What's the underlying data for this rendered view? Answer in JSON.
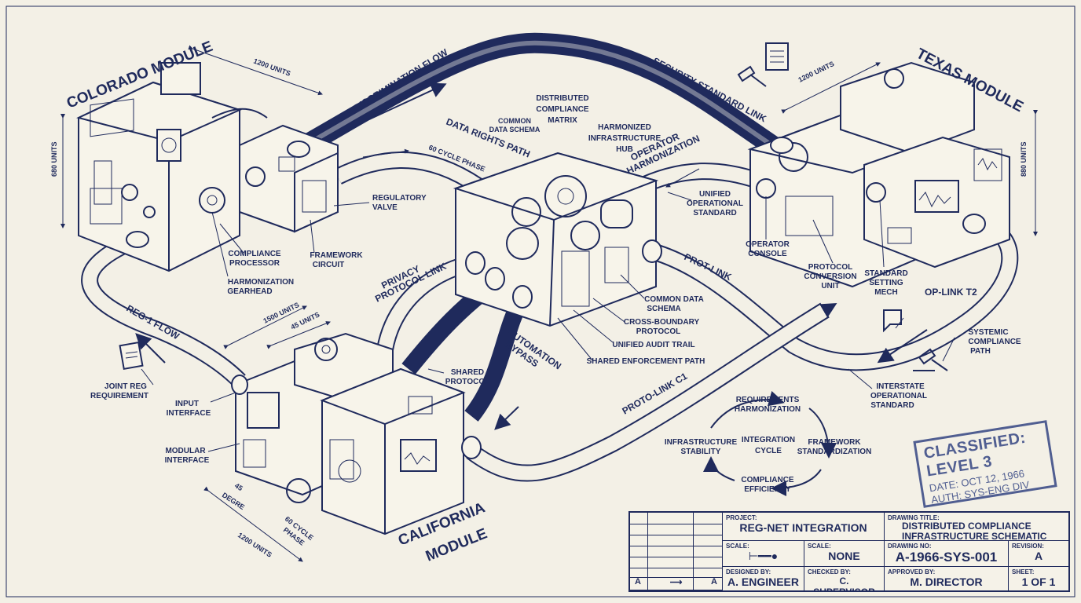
{
  "modules": {
    "colorado": "COLORADO MODULE",
    "texas": "TEXAS MODULE",
    "california_l1": "CALIFORNIA",
    "california_l2": "MODULE"
  },
  "dimensions": {
    "colorado_width": "1200 UNITS",
    "colorado_height": "680 UNITS",
    "texas_width": "1200 UNITS",
    "texas_height": "880 UNITS",
    "california_top1": "1500 UNITS",
    "california_top2": "45 UNITS",
    "california_bottom": "1200 UNITS",
    "california_degree_l1": "45",
    "california_degree_l2": "DEGRE",
    "california_phase_l1": "60 CYCLE",
    "california_phase_l2": "PHASE"
  },
  "pipes": {
    "non_discrimination": "NON-DISCRIMINATION FLOW",
    "security_standard": "SECURITY STANDARD LINK",
    "data_rights": "DATA RIGHTS PATH",
    "cycle_phase": "60 CYCLE PHASE",
    "operator_harmonization_l1": "OPERATOR",
    "operator_harmonization_l2": "HARMONIZATION",
    "reg1": "REG-1 FLOW",
    "privacy_l1": "PRIVACY",
    "privacy_l2": "PROTOCOL LINK",
    "automation_l1": "AUTOMATION",
    "automation_l2": "BYPASS",
    "prot_link": "PROT-LINK",
    "proto_link_c1": "PROTO-LINK C1",
    "op_link_t2": "OP-LINK T2"
  },
  "hub": {
    "distributed_l1": "DISTRIBUTED",
    "distributed_l2": "COMPLIANCE",
    "distributed_l3": "MATRIX",
    "common_schema_l1": "COMMON",
    "common_schema_l2": "DATA SCHEMA",
    "harmonized_l1": "HARMONIZED",
    "harmonized_l2": "INFRASTRUCTURE",
    "harmonized_l3": "HUB"
  },
  "labels": {
    "regulatory_valve_l1": "REGULATORY",
    "regulatory_valve_l2": "VALVE",
    "compliance_processor_l1": "COMPLIANCE",
    "compliance_processor_l2": "PROCESSOR",
    "framework_circuit_l1": "FRAMEWORK",
    "framework_circuit_l2": "CIRCUIT",
    "harmonization_gearhead_l1": "HARMONIZATION",
    "harmonization_gearhead_l2": "GEARHEAD",
    "unified_operational_l1": "UNIFIED",
    "unified_operational_l2": "OPERATIONAL",
    "unified_operational_l3": "STANDARD",
    "operator_console_l1": "OPERATOR",
    "operator_console_l2": "CONSOLE",
    "protocol_conversion_l1": "PROTOCOL",
    "protocol_conversion_l2": "CONVERSION",
    "protocol_conversion_l3": "UNIT",
    "standard_setting_l1": "STANDARD",
    "standard_setting_l2": "SETTING",
    "standard_setting_l3": "MECH",
    "common_data_schema_l1": "COMMON DATA",
    "common_data_schema_l2": "SCHEMA",
    "cross_boundary_l1": "CROSS-BOUNDARY",
    "cross_boundary_l2": "PROTOCOL",
    "unified_audit": "UNIFIED AUDIT TRAIL",
    "shared_enforcement": "SHARED ENFORCEMENT PATH",
    "shared_protocol_l1": "SHARED",
    "shared_protocol_l2": "PROTOCOL",
    "joint_reg_l1": "JOINT REG",
    "joint_reg_l2": "REQUIREMENT",
    "input_interface_l1": "INPUT",
    "input_interface_l2": "INTERFACE",
    "modular_interface_l1": "MODULAR",
    "modular_interface_l2": "INTERFACE",
    "systemic_compliance_l1": "SYSTEMIC",
    "systemic_compliance_l2": "COMPLIANCE",
    "systemic_compliance_l3": "PATH",
    "interstate_l1": "INTERSTATE",
    "interstate_l2": "OPERATIONAL",
    "interstate_l3": "STANDARD"
  },
  "cycle": {
    "center_l1": "INTEGRATION",
    "center_l2": "CYCLE",
    "req_l1": "REQUIREMENTS",
    "req_l2": "HARMONIZATION",
    "fw_l1": "FRAMEWORK",
    "fw_l2": "STANDARDIZATION",
    "ce_l1": "COMPLIANCE",
    "ce_l2": "EFFICIENCY",
    "is_l1": "INFRASTRUCTURE",
    "is_l2": "STABILITY"
  },
  "stamp": {
    "line1": "CLASSIFIED: LEVEL 3",
    "line2": "DATE: OCT 12, 1966",
    "line3": "AUTH: SYS-ENG DIV"
  },
  "title_block": {
    "project_caption": "PROJECT:",
    "project": "REG-NET INTEGRATION",
    "drawing_title_caption": "DRAWING TITLE:",
    "drawing_title_l1": "DISTRIBUTED COMPLIANCE",
    "drawing_title_l2": "INFRASTRUCTURE SCHEMATIC",
    "scale_caption": "SCALE:",
    "scale_caption2": "SCALE:",
    "scale": "NONE",
    "drawing_no_caption": "DRAWING NO:",
    "drawing_no": "A-1966-SYS-001",
    "revision_caption": "REVISION:",
    "revision": "A",
    "designed_caption": "DESIGNED BY:",
    "designed": "A. ENGINEER",
    "checked_caption": "CHECKED BY:",
    "checked": "C. SUPERVISOR",
    "approved_caption": "APPROVED BY:",
    "approved": "M. DIRECTOR",
    "sheet_caption": "SHEET:",
    "sheet": "1 OF 1",
    "rev_left": "A",
    "rev_right": "A"
  }
}
